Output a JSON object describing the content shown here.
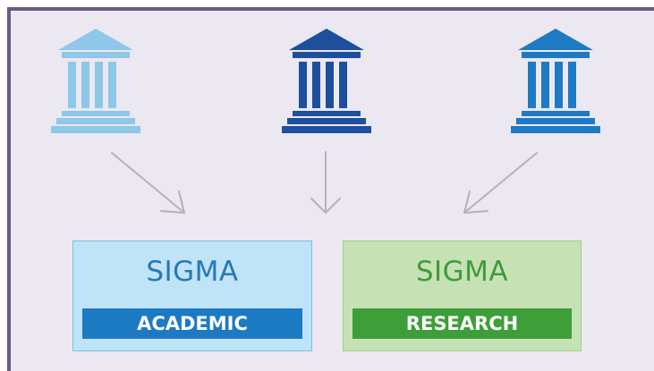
{
  "colors": {
    "frame_border": "#6b5a86",
    "background": "#ece8f2",
    "building_left": "#8ec7e7",
    "building_center": "#1d4f9c",
    "building_right": "#1f7ac4",
    "arrow": "#b5b1ba"
  },
  "icons": [
    "university-building-icon",
    "university-building-icon",
    "university-building-icon"
  ],
  "boxes": {
    "academic": {
      "title": "SIGMA",
      "subtitle": "ACADEMIC"
    },
    "research": {
      "title": "SIGMA",
      "subtitle": "RESEARCH"
    }
  }
}
